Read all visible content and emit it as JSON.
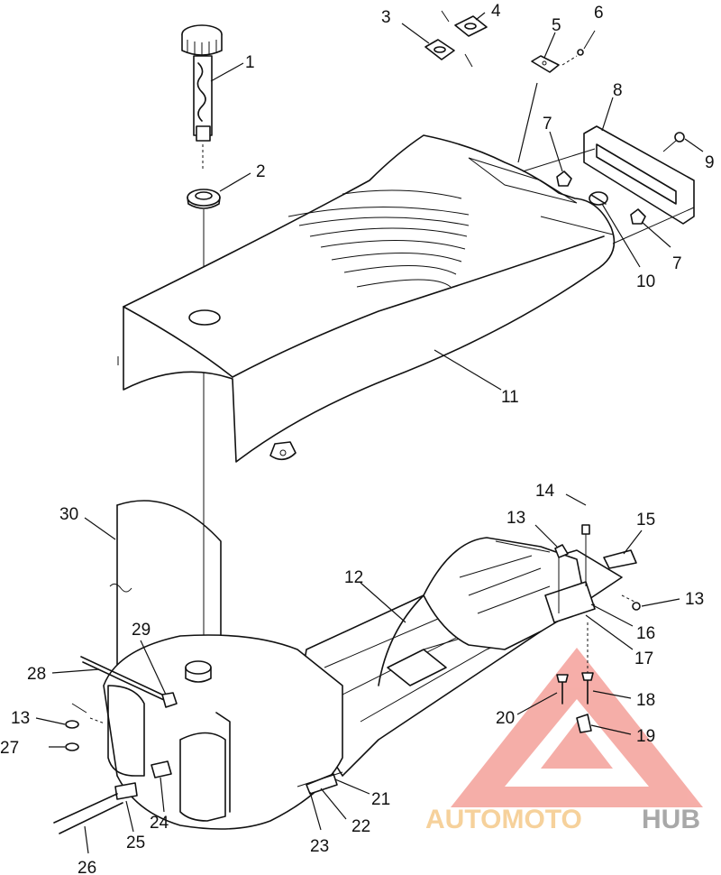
{
  "labels": [
    {
      "id": "1",
      "text": "1"
    },
    {
      "id": "2",
      "text": "2"
    },
    {
      "id": "3",
      "text": "3"
    },
    {
      "id": "4",
      "text": "4"
    },
    {
      "id": "5",
      "text": "5"
    },
    {
      "id": "6",
      "text": "6"
    },
    {
      "id": "7a",
      "text": "7"
    },
    {
      "id": "7b",
      "text": "7"
    },
    {
      "id": "8",
      "text": "8"
    },
    {
      "id": "9",
      "text": "9"
    },
    {
      "id": "10",
      "text": "10"
    },
    {
      "id": "11",
      "text": "11"
    },
    {
      "id": "12",
      "text": "12"
    },
    {
      "id": "13a",
      "text": "13"
    },
    {
      "id": "13b",
      "text": "13"
    },
    {
      "id": "13c",
      "text": "13"
    },
    {
      "id": "14",
      "text": "14"
    },
    {
      "id": "15",
      "text": "15"
    },
    {
      "id": "16",
      "text": "16"
    },
    {
      "id": "17",
      "text": "17"
    },
    {
      "id": "18",
      "text": "18"
    },
    {
      "id": "19",
      "text": "19"
    },
    {
      "id": "20",
      "text": "20"
    },
    {
      "id": "21",
      "text": "21"
    },
    {
      "id": "22",
      "text": "22"
    },
    {
      "id": "23",
      "text": "23"
    },
    {
      "id": "24",
      "text": "24"
    },
    {
      "id": "25",
      "text": "25"
    },
    {
      "id": "26",
      "text": "26"
    },
    {
      "id": "27",
      "text": "27"
    },
    {
      "id": "28",
      "text": "28"
    },
    {
      "id": "29",
      "text": "29"
    },
    {
      "id": "30",
      "text": "30"
    }
  ],
  "watermark": {
    "part1": "AUTOMOTO",
    "part2": "HUB",
    "color_primary": "#f4a09a",
    "color_secondary": "#9a9a9a",
    "color_tertiary": "#f5c98a"
  },
  "colors": {
    "line": "#111111",
    "background": "#ffffff"
  }
}
